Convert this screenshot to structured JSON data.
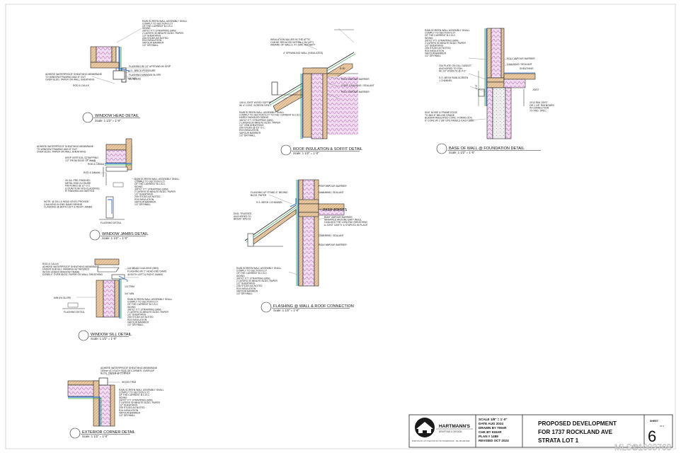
{
  "details": {
    "window_head": {
      "title": "WINDOW HEAD DETAIL",
      "scale": "Scale: 1 1/2\" = 1'-0\"",
      "notes_top": [
        "RAIN SCREEN WALL ASSEMBLY SHALL",
        "COMPLY TO SECTION 9.27",
        "OF THE CURRENT B.C.B.C",
        "SIDING",
        "3/8\"X2\" P.T. STRAPPING (MIN)",
        "2 LAYERS 30 MINUTE BLDG. PAPER",
        "1/2\" SHEATHING",
        "2X6 STUDS AS NOTED",
        "R24 INSULATION",
        "VAPOUR BARRIER",
        "1/2\" DRYWALL"
      ],
      "notes_left": [
        "ADHERE WATERPROOF SHEATHING MEMBRANE",
        "TO WINDOW FRAMING AND 6\" OUT",
        "OVER BLDG. PAPER ON WALL SHEATHING"
      ],
      "notes_right": [
        "FLASHING W/ 10\" UPSTAND W/ DRIP",
        "L/3 - BRICK PRESSURE",
        "FLASHING MINIMUM SLOPE",
        "6% SLOPE"
      ],
      "rod_caulk": "ROD & CAULK"
    },
    "window_jambs": {
      "title": "WINDOW JAMBS DETAIL",
      "scale": "Scale: 1 1/2\" = 1'-0\"",
      "notes_left_top": [
        "ADHERE WATERPROOF SHEATHING MEMBRANE",
        "TO WINDOW FRAMING AND 6\" OUT",
        "OVER BLDG. PAPER ON WALL SHEATHING"
      ],
      "strapping": [
        "KEEP VERTICAL STRAPPING",
        "1/2\" FROM EDGE OF JAMB"
      ],
      "rod_caulk_1": "ROD & CAULK",
      "rod_caulk_2": "ROD & CAULK",
      "pre_finished": [
        "26 GA. PRE-FINISHED",
        "METAL END CLOSURE",
        "FASTENED @ 12\" O.C.",
        "(COUNT'S W/ NTS CLADDING)",
        "IF FINISHED AS OMITTED"
      ],
      "notes_right": [
        "RAIN SCREEN WALL ASSEMBLY SHALL",
        "COMPLY TO SECTION 9.27",
        "OF THE CURRENT B.C.B.C",
        "SIDING",
        "3/8\"X2\" P.T. STRAPPING (MIN)",
        "2 LAYERS 30 MINUTE BLDG. PAPER",
        "1/2\" SHEATHING",
        "2X6 STUDS AS NOTED",
        "R24 INSULATION",
        "VAPOUR BARRIER",
        "1/2\" DRYWALL"
      ],
      "note_sill": [
        "NOTE: @ SILL & HEAD LEVEL PROVIDE",
        "CAULKING IN END DAMS BEHIND",
        "CLADDING @ BOTH LEFT & RIGHT JAMBS"
      ],
      "flashing": "FLASHING DETAIL"
    },
    "window_sill": {
      "title": "WINDOW SILL DETAIL",
      "scale": "Scale: 1 1/2\" = 1'-0\"",
      "notes_left": [
        "ROD & CAULK",
        "ADHERE WATERPROOF SHEATHING MEMBRANE",
        "UNDER SUB SILL FRAMING W/ TAPERED",
        "WOOD UNDER WINDOW FRAME",
        "DOWN 4\" OVER BLDG. PAPER ON WALL SHEATHING"
      ],
      "notes_right_top": [
        "1/4\" BEAD CAULKING (MIN)",
        "FLASHING W/ 1\" HEAD END DAMS",
        "@ BOTH LEFT & RIGHT JAMBS"
      ],
      "notes_right": [
        "RAIN SCREEN WALL ASSEMBLY SHALL",
        "COMPLY TO SECTION 9.27",
        "OF THE CURRENT B.C.B.C",
        "SIDING",
        "3/8\"X2\" P.T. STRAPPING (MIN)",
        "2 LAYERS 30 MINUTE BLDG. PAPER",
        "1/2\" SHEATHING",
        "2X6 STUDS AS NOTED",
        "R24 INSULATION",
        "VAPOUR BARRIER",
        "1/2\" DRYWALL"
      ],
      "min_slope": "MIN 6% SLOPE",
      "flashing": "FLASHING DETAIL"
    },
    "exterior_corner": {
      "title": "EXTERIOR CORNER DETAIL",
      "scale": "Scale: 1 1/2\" = 1'-0\"",
      "notes_top": [
        "ADHERE WATERPROOF SHEATHING MEMBRANE",
        "150mm (6\") EACH SIDE OF CORNER. OVERLAP",
        "BLDG. PAPER @ CORNER"
      ],
      "wood_trim": "WOOD TRIM",
      "notes_right": [
        "RAIN SCREEN WALL ASSEMBLY SHALL",
        "COMPLY TO SECTION 9.27",
        "OF THE CURRENT B.C.B.C",
        "SIDING",
        "3/8\"X2\" P.T. STRAPPING (MIN)",
        "2 LAYERS 30 MINUTE BLDG. PAPER",
        "1/2\" SHEATHING",
        "2X6 STUDS AS NOTED",
        "R24 INSULATION",
        "VAPOUR BARRIER",
        "1/2\" DRYWALL"
      ]
    },
    "roof_soffit": {
      "title": "ROOF INSULATION & SOFFIT DETAIL",
      "scale": "Scale: 1 1/2\" = 1'-0\"",
      "notes_top": [
        "INSULATION VALUES IN THE ATTIC",
        "CAN BE REDUCED WITHIN 1.2M (4FT)",
        "INWARD OF WALLS: 47.1MM, R24 BATT"
      ],
      "sprawl": "4\" SPRAWLING WALL (INSULATED)",
      "right_notes": [
        "POLY VAPOUR BARRIER",
        "CONT. CAULKING / SEALANT",
        "POLY VAPOUR BARRIER"
      ],
      "left_notes": [
        "1X6 & JOIST WOOD SOFFIT",
        "W/ 4\" CONT. SCREEN VENT"
      ],
      "rain_notes": [
        "RAIN SCREEN WALL ASSEMBLY SHALL",
        "COMPLY TO SECTION 9.27 TO THE CURRENT B.C.B.C",
        "HARDI SHINGLED SIDING",
        "3/8\"X2\" P.T. STRAPPING (MIN)",
        "2 LAYERS 30 MINUTE BLDG. PAPER",
        "1/2\" OSB SHEATHING",
        "2X6 STUDS @ 16\" O.C.",
        "R24 INSULATION",
        "VAPOUR BARRIER",
        "1/2\" DRYWALL"
      ],
      "r_value": "R-50"
    },
    "base_of_wall": {
      "title": "BASE OF WALL @ FOUNDATION DETAIL",
      "scale": "Scale: 1 1/2\" = 1'-0\"",
      "notes_top": [
        "RAIN SCREEN WALL ASSEMBLY SHALL",
        "COMPLY TO SECTION 9.27",
        "OF THE CURRENT B.C.B.C",
        "SIDING",
        "3/8\"X2\" P.T. STRAPPING (MIN)",
        "2 LAYERS 30 MINUTE BLDG. PAPER",
        "1/2\" SHEATHING",
        "2X6 STUDS AS NOTED",
        "R24 INSULATION",
        "VAPOUR BARRIER",
        "1/2\" DRYWALL"
      ],
      "poly": "POLY VAPOUR BARRIER",
      "caulking": "CAULKING / SEALANT",
      "sheathing": "SHEATHING",
      "plate_notes": [
        "2X6 PLATE ON SILL GASKET",
        "ANCHORED TO FDN.",
        "W/ 1/2\" Ø BOLTS @ 4'-0\""
      ],
      "ss_screen": [
        "S.S. MESH RAIN SCREEN",
        "J CHANNEL"
      ],
      "joist": "JOIST",
      "dim": "2'-6\"",
      "rim": [
        "2X12 RIM JOIST",
        "OR 1 1/8\" RIM BOARD",
        "IN CONNECTION",
        "TO FND. SPEC."
      ],
      "bottom_notes": [
        "5/16\" NOISE & FRAME EDGE",
        "TO MIN 6\" BELOW GRADE",
        "BUZURA INSULATED CONC. FORMS (ICF)",
        "6\" CORE W/ 2 3/8\" EPS PANELS EACH SIDE"
      ]
    },
    "flashing_wall_roof": {
      "title": "FLASHING @ WALL & ROOF CONNECTION",
      "scale": "Scale: 1 1/2\" = 1'-0\"",
      "left_top": [
        "FLASHING UP STAND 4\" BEHIND",
        "BLDG. PAPER"
      ],
      "ss_mesh": "S.S. MESH J-CHANNEL",
      "trusses": [
        "ENG. TRUSSES",
        "ANCHORED TO",
        "BRG/IF. SPECS"
      ],
      "right_notes": [
        "POLY VAPOUR BARRIER",
        "CAULKING / SEALANT"
      ],
      "joists": "2X10 JOISTS",
      "right_notes2": [
        "POLY VAPOUR BARRIER",
        "WRAPPED AROUND BATT INSUL",
        "CAULKED THE LOW-END SHEATHING",
        "& JOIST CAVITY & STAPLED IN PLACE"
      ],
      "right_notes3": [
        "CAULKING / SEALANT",
        "POLY VAPOUR BARRIER"
      ],
      "rain_notes": [
        "RAIN SCREEN WALL ASSEMBLY SHALL",
        "COMPLY TO SECTION 9.27",
        "OF THE CURRENT B.C.B.C",
        "SIDING",
        "3/8\"X2\" P.T. STRAPPING (MIN)",
        "2 LAYERS 30 MINUTE BLDG. PAPER",
        "1/2\" SHEATHING",
        "2X6 STUDS AS NOTED",
        "R24 INSULATION",
        "VAPOUR BARRIER",
        "1/2\" DRYWALL"
      ]
    }
  },
  "title_block": {
    "company": "HARTMANN'S",
    "company_sub": "DRAFTING & DESIGN",
    "company_addr": "PORTION OF LOT 8 SECTION 83 / 837 DOVER ROAD · TEL 250-382-6969",
    "scale": "SCALE 1/8\" = 1'-0\"",
    "date": "DATE AUG 2024",
    "drawn": "DRAWN BY TMAR",
    "checked": "CHK BY KMAR",
    "plan": "PLAN # 1489",
    "revised": "REVISED OCT 2024",
    "project_line1": "PROPOSED DEVELOPMENT",
    "project_line2": "FOR 1737 ROCKLAND AVE",
    "project_line3": "STRATA LOT 1",
    "sheet_label": "SHEET",
    "sheet_of": "OF 6",
    "sheet_number": "6"
  },
  "watermark": "MLS®1003768",
  "colors": {
    "stud": "#d9b48a",
    "insulation": "#c585c4",
    "membrane": "#2b6fd6",
    "bldg_paper": "#25a83a",
    "outline": "#1b1b1b"
  }
}
